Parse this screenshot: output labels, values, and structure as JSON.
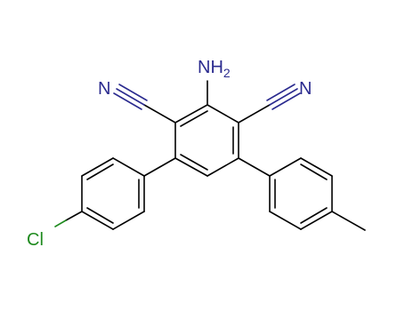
{
  "molecule": {
    "labels": {
      "amino_main": "NH",
      "amino_sub": "2",
      "nitrile_left": "N",
      "nitrile_right": "N",
      "chlorine": "Cl"
    },
    "colors": {
      "bond": "#000000",
      "nitrogen": "#2b2b8f",
      "chlorine": "#1e8a1e",
      "background": "#ffffff"
    }
  }
}
